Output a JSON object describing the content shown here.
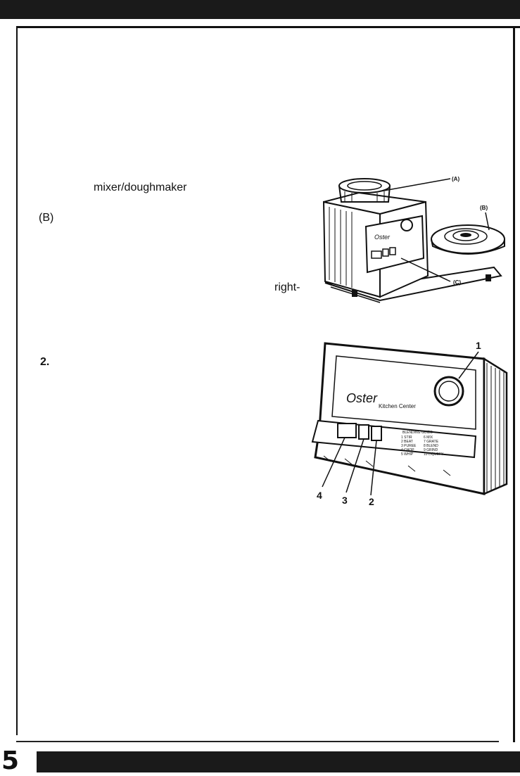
{
  "page": {
    "number": "5"
  },
  "text_fragments": {
    "mixer_doughmaker": "mixer/doughmaker",
    "b_label": "(B)",
    "right_fragment": "right-",
    "step_2": "2."
  },
  "illustration_mixer": {
    "callouts": [
      "(A)",
      "(B)",
      "(C)"
    ],
    "brand": "Oster"
  },
  "illustration_panel": {
    "brand": "Oster",
    "subtitle": "Kitchen Center",
    "guide_title": "BLENDING GUIDE",
    "guide_left": [
      "1 STIR",
      "2 BEAT",
      "3 PUREE",
      "4 CHOP",
      "5 WHIP"
    ],
    "guide_right": [
      "6 MIX",
      "7 GRATE",
      "8 BLEND",
      "9 GRIND",
      "10 LIQUEFY"
    ],
    "callouts": [
      "1",
      "2",
      "3",
      "4"
    ]
  }
}
